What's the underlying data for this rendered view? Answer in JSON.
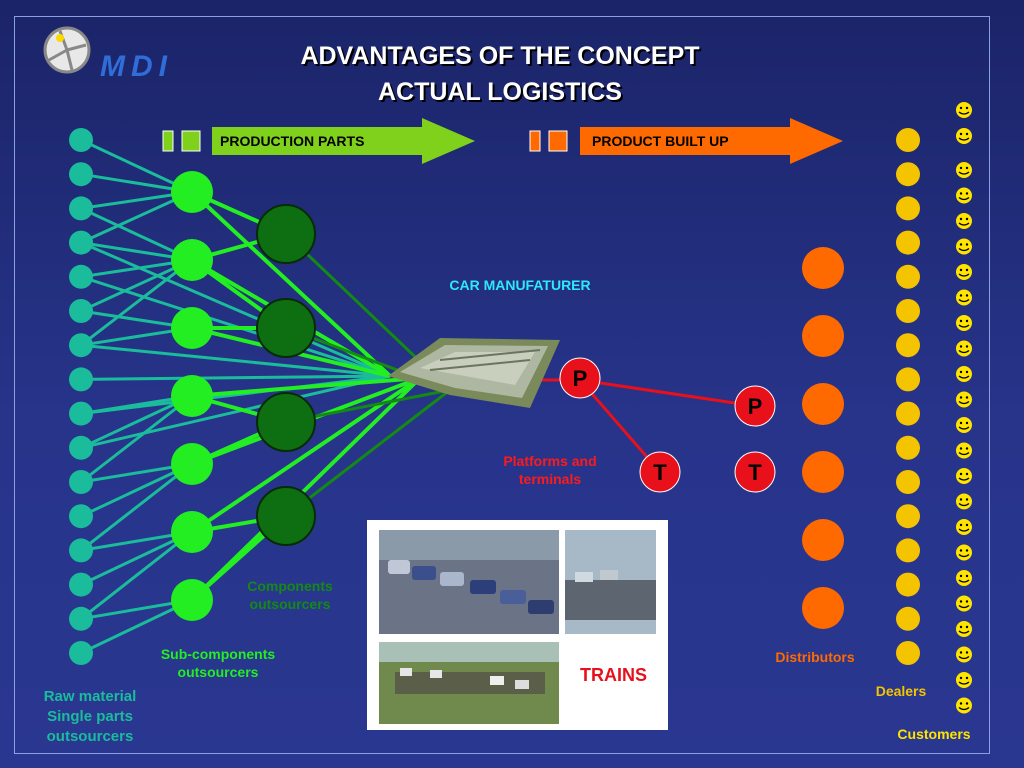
{
  "header": {
    "logo_text": "MDI",
    "title_line1": "ADVANTAGES OF THE CONCEPT",
    "title_line2": "ACTUAL LOGISTICS"
  },
  "arrows": {
    "production_parts": "PRODUCTION PARTS",
    "product_built_up": "PRODUCT BUILT UP"
  },
  "labels": {
    "car_manufacturer": "CAR MANUFATURER",
    "platforms_terminals": "Platforms and terminals",
    "trains": "TRAINS",
    "components": "Components outsourcers",
    "sub_components": "Sub-components outsourcers",
    "raw_material": "Raw material Single  parts outsourcers",
    "distributors": "Distributors",
    "dealers": "Dealers",
    "customers": "Customers"
  },
  "markers": {
    "p": "P",
    "t": "T"
  },
  "colors": {
    "raw": "#1abc9c",
    "sub": "#22ee22",
    "comp": "#138a13",
    "dist": "#ff6a00",
    "dealer": "#f5c400",
    "customer": "#ffe400",
    "red": "#e8101a"
  }
}
